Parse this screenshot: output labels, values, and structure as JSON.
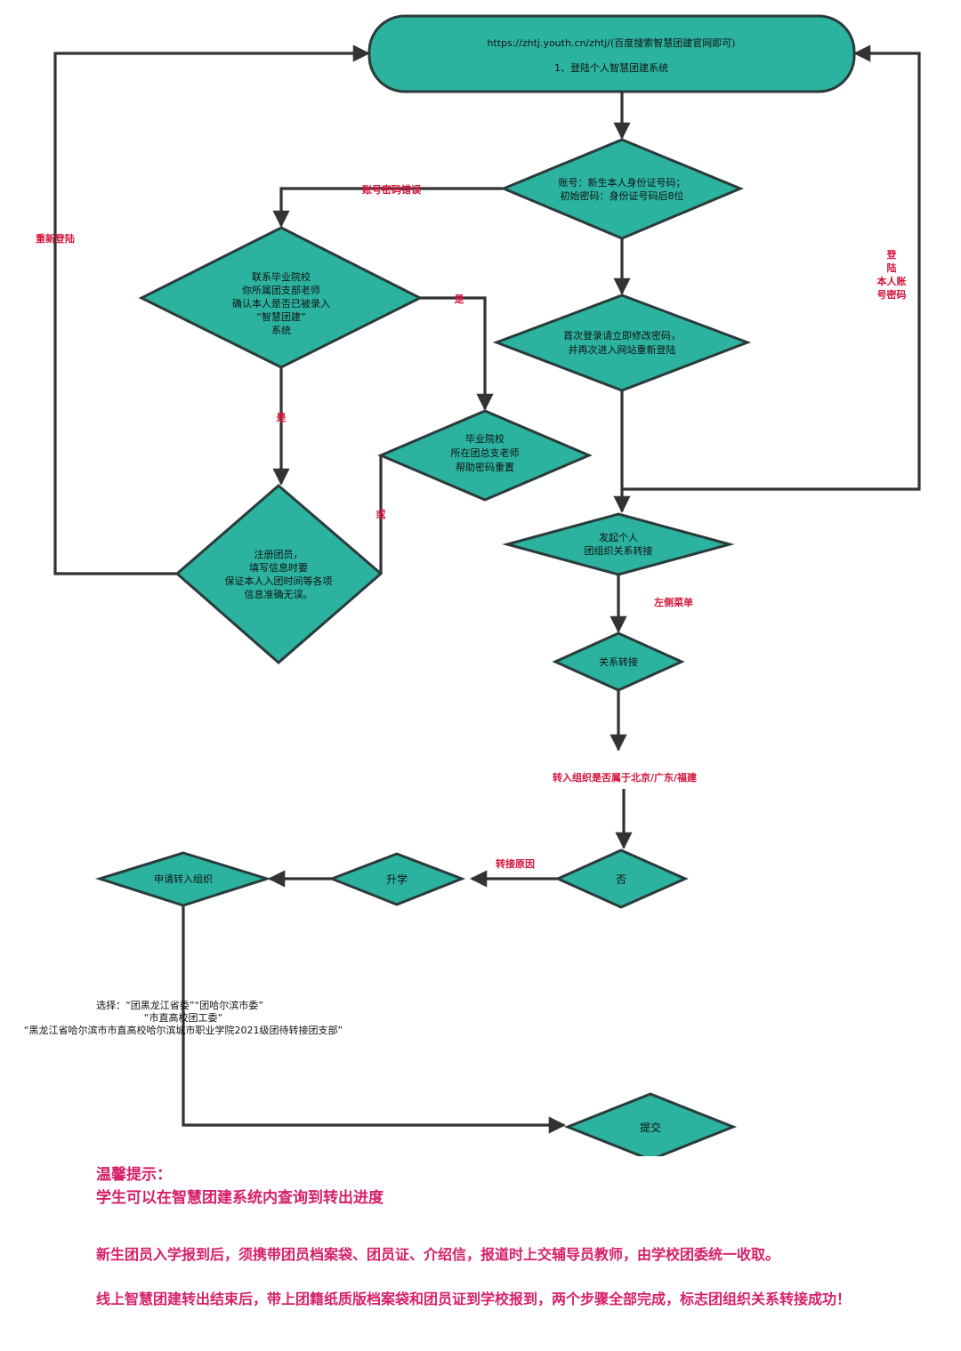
{
  "nodes": {
    "login": {
      "line1": "https://zhtj.youth.cn/zhtj/(百度搜索智慧团建官网即可)",
      "line2": "1、登陆个人智慧团建系统"
    },
    "account": {
      "line1": "账号：新生本人身份证号码；",
      "line2": "初始密码：身份证号码后8位"
    },
    "contact": {
      "line1": "联系毕业院校",
      "line2": "你所属团支部老师",
      "line3": "确认本人是否已被录入",
      "line4": "“智慧团建”",
      "line5": "系统"
    },
    "first_login": {
      "line1": "首次登录请立即修改密码，",
      "line2": "并再次进入网站重新登陆"
    },
    "reset": {
      "line1": "毕业院校",
      "line2": "所在团总支老师",
      "line3": "帮助密码重置"
    },
    "register": {
      "line1": "注册团员，",
      "line2": "填写信息时要",
      "line3": "保证本人入团时间等各项",
      "line4": "信息准确无误。"
    },
    "initiate": {
      "line1": "发起个人",
      "line2": "团组织关系转接"
    },
    "transfer": {
      "label": "关系转接"
    },
    "no": {
      "label": "否"
    },
    "upgrade": {
      "label": "升学"
    },
    "apply": {
      "label": "申请转入组织"
    },
    "submit": {
      "label": "提交"
    }
  },
  "edge_labels": {
    "wrong_password": "账号密码错误",
    "relogin": "重新登陆",
    "yes_right": "是",
    "yes_down": "是",
    "or": "或",
    "login_own": [
      "登",
      "陆",
      "本人账",
      "号密码"
    ],
    "left_menu": "左侧菜单",
    "question": "转入组织是否属于北京/广东/福建",
    "reason": "转接原因"
  },
  "choose": {
    "line1": "选择：“团黑龙江省委”“团哈尔滨市委”",
    "line2": "“市直高校团工委”",
    "line3": "“黑龙江省哈尔滨市市直高校哈尔滨城市职业学院2021级团待转接团支部”"
  },
  "tips": {
    "title": "温馨提示：",
    "subtitle": "学生可以在智慧团建系统内查询到转出进度",
    "para1": "新生团员入学报到后，须携带团员档案袋、团员证、介绍信，报道时上交辅导员教师，由学校团委统一收取。",
    "para2": "线上智慧团建转出结束后，带上团籍纸质版档案袋和团员证到学校报到，两个步骤全部完成，标志团组织关系转接成功！"
  },
  "colors": {
    "node_fill": "#2bb3a0",
    "node_stroke": "#2a3b3a",
    "label_red": "#d4143c",
    "tip_pink": "#d61f69"
  }
}
